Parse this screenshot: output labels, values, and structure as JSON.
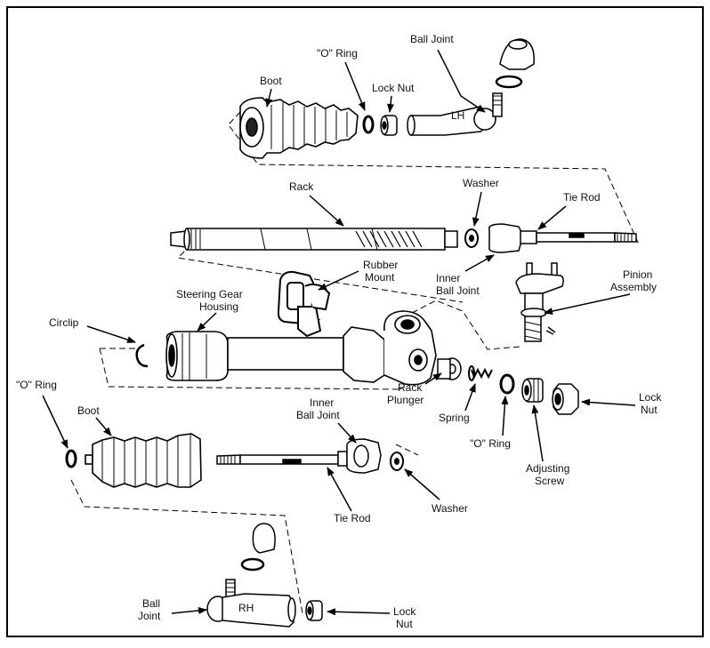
{
  "labels": {
    "boot_top": "Boot",
    "oring_top": "\"O\" Ring",
    "locknut_top": "Lock Nut",
    "balljoint_top": "Ball Joint",
    "rack": "Rack",
    "washer_mid": "Washer",
    "tierod_mid": "Tie Rod",
    "inner_balljoint_mid_1": "Inner",
    "inner_balljoint_mid_2": "Ball Joint",
    "rubber_mount_1": "Rubber",
    "rubber_mount_2": "Mount",
    "pinion_1": "Pinion",
    "pinion_2": "Assembly",
    "housing_1": "Steering Gear",
    "housing_2": "Housing",
    "circlip": "Circlip",
    "rack_plunger_1": "Rack",
    "rack_plunger_2": "Plunger",
    "spring": "Spring",
    "oring_mid": "\"O\" Ring",
    "adjusting_screw_1": "Adjusting",
    "adjusting_screw_2": "Screw",
    "locknut_right_1": "Lock",
    "locknut_right_2": "Nut",
    "oring_left": "\"O\" Ring",
    "boot_bottom": "Boot",
    "inner_balljoint_bot_1": "Inner",
    "inner_balljoint_bot_2": "Ball Joint",
    "tierod_bot": "Tie Rod",
    "washer_bot": "Washer",
    "balljoint_bot_1": "Ball",
    "balljoint_bot_2": "Joint",
    "locknut_bot_1": "Lock",
    "locknut_bot_2": "Nut"
  },
  "part_marks": {
    "lh": "LH",
    "rh": "RH"
  }
}
